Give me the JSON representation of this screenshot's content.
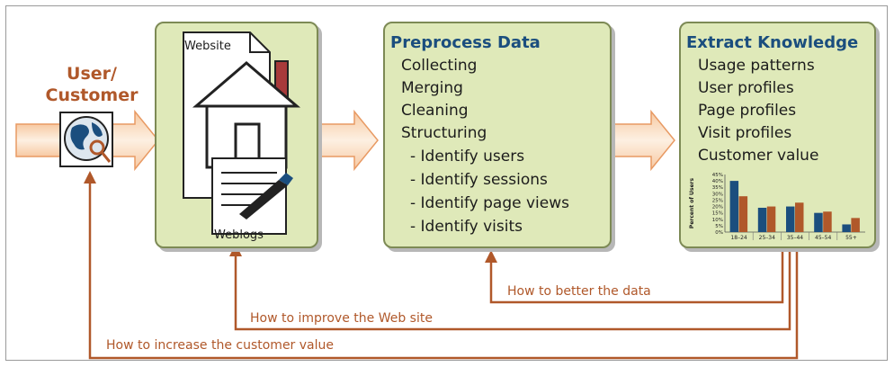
{
  "user": {
    "line1": "User/",
    "line2": "Customer"
  },
  "website_box": {
    "website_label": "Website",
    "weblogs_label": "Weblogs"
  },
  "preprocess": {
    "title": "Preprocess Data",
    "items": [
      "Collecting",
      "Merging",
      "Cleaning",
      "Structuring",
      "- Identify users",
      "- Identify sessions",
      "- Identify page views",
      "- Identify visits"
    ]
  },
  "extract": {
    "title": "Extract Knowledge",
    "items": [
      "Usage patterns",
      "User profiles",
      "Page profiles",
      "Visit profiles",
      "Customer value"
    ]
  },
  "feedback": {
    "data": "How to better the data",
    "website": "How to improve the Web site",
    "customer": "How to increase the customer value"
  },
  "colors": {
    "box_fill": "#dfe9b9",
    "title_blue": "#1b4e7e",
    "feedback_orange": "#b0582a",
    "arrow_fill": "#fbe1c9"
  },
  "chart_data": {
    "type": "bar",
    "ylabel": "Percent of Users",
    "ylim": [
      0,
      45
    ],
    "yticks": [
      "45%",
      "40%",
      "35%",
      "30%",
      "25%",
      "20%",
      "15%",
      "10%",
      "5%",
      "0%"
    ],
    "categories": [
      "18–24",
      "25–34",
      "35–44",
      "45–54",
      "55+"
    ],
    "series": [
      {
        "color": "#1b4e7e",
        "values": [
          40,
          19,
          20,
          15,
          6
        ]
      },
      {
        "color": "#b0582a",
        "values": [
          28,
          20,
          23,
          16,
          11
        ]
      }
    ]
  }
}
